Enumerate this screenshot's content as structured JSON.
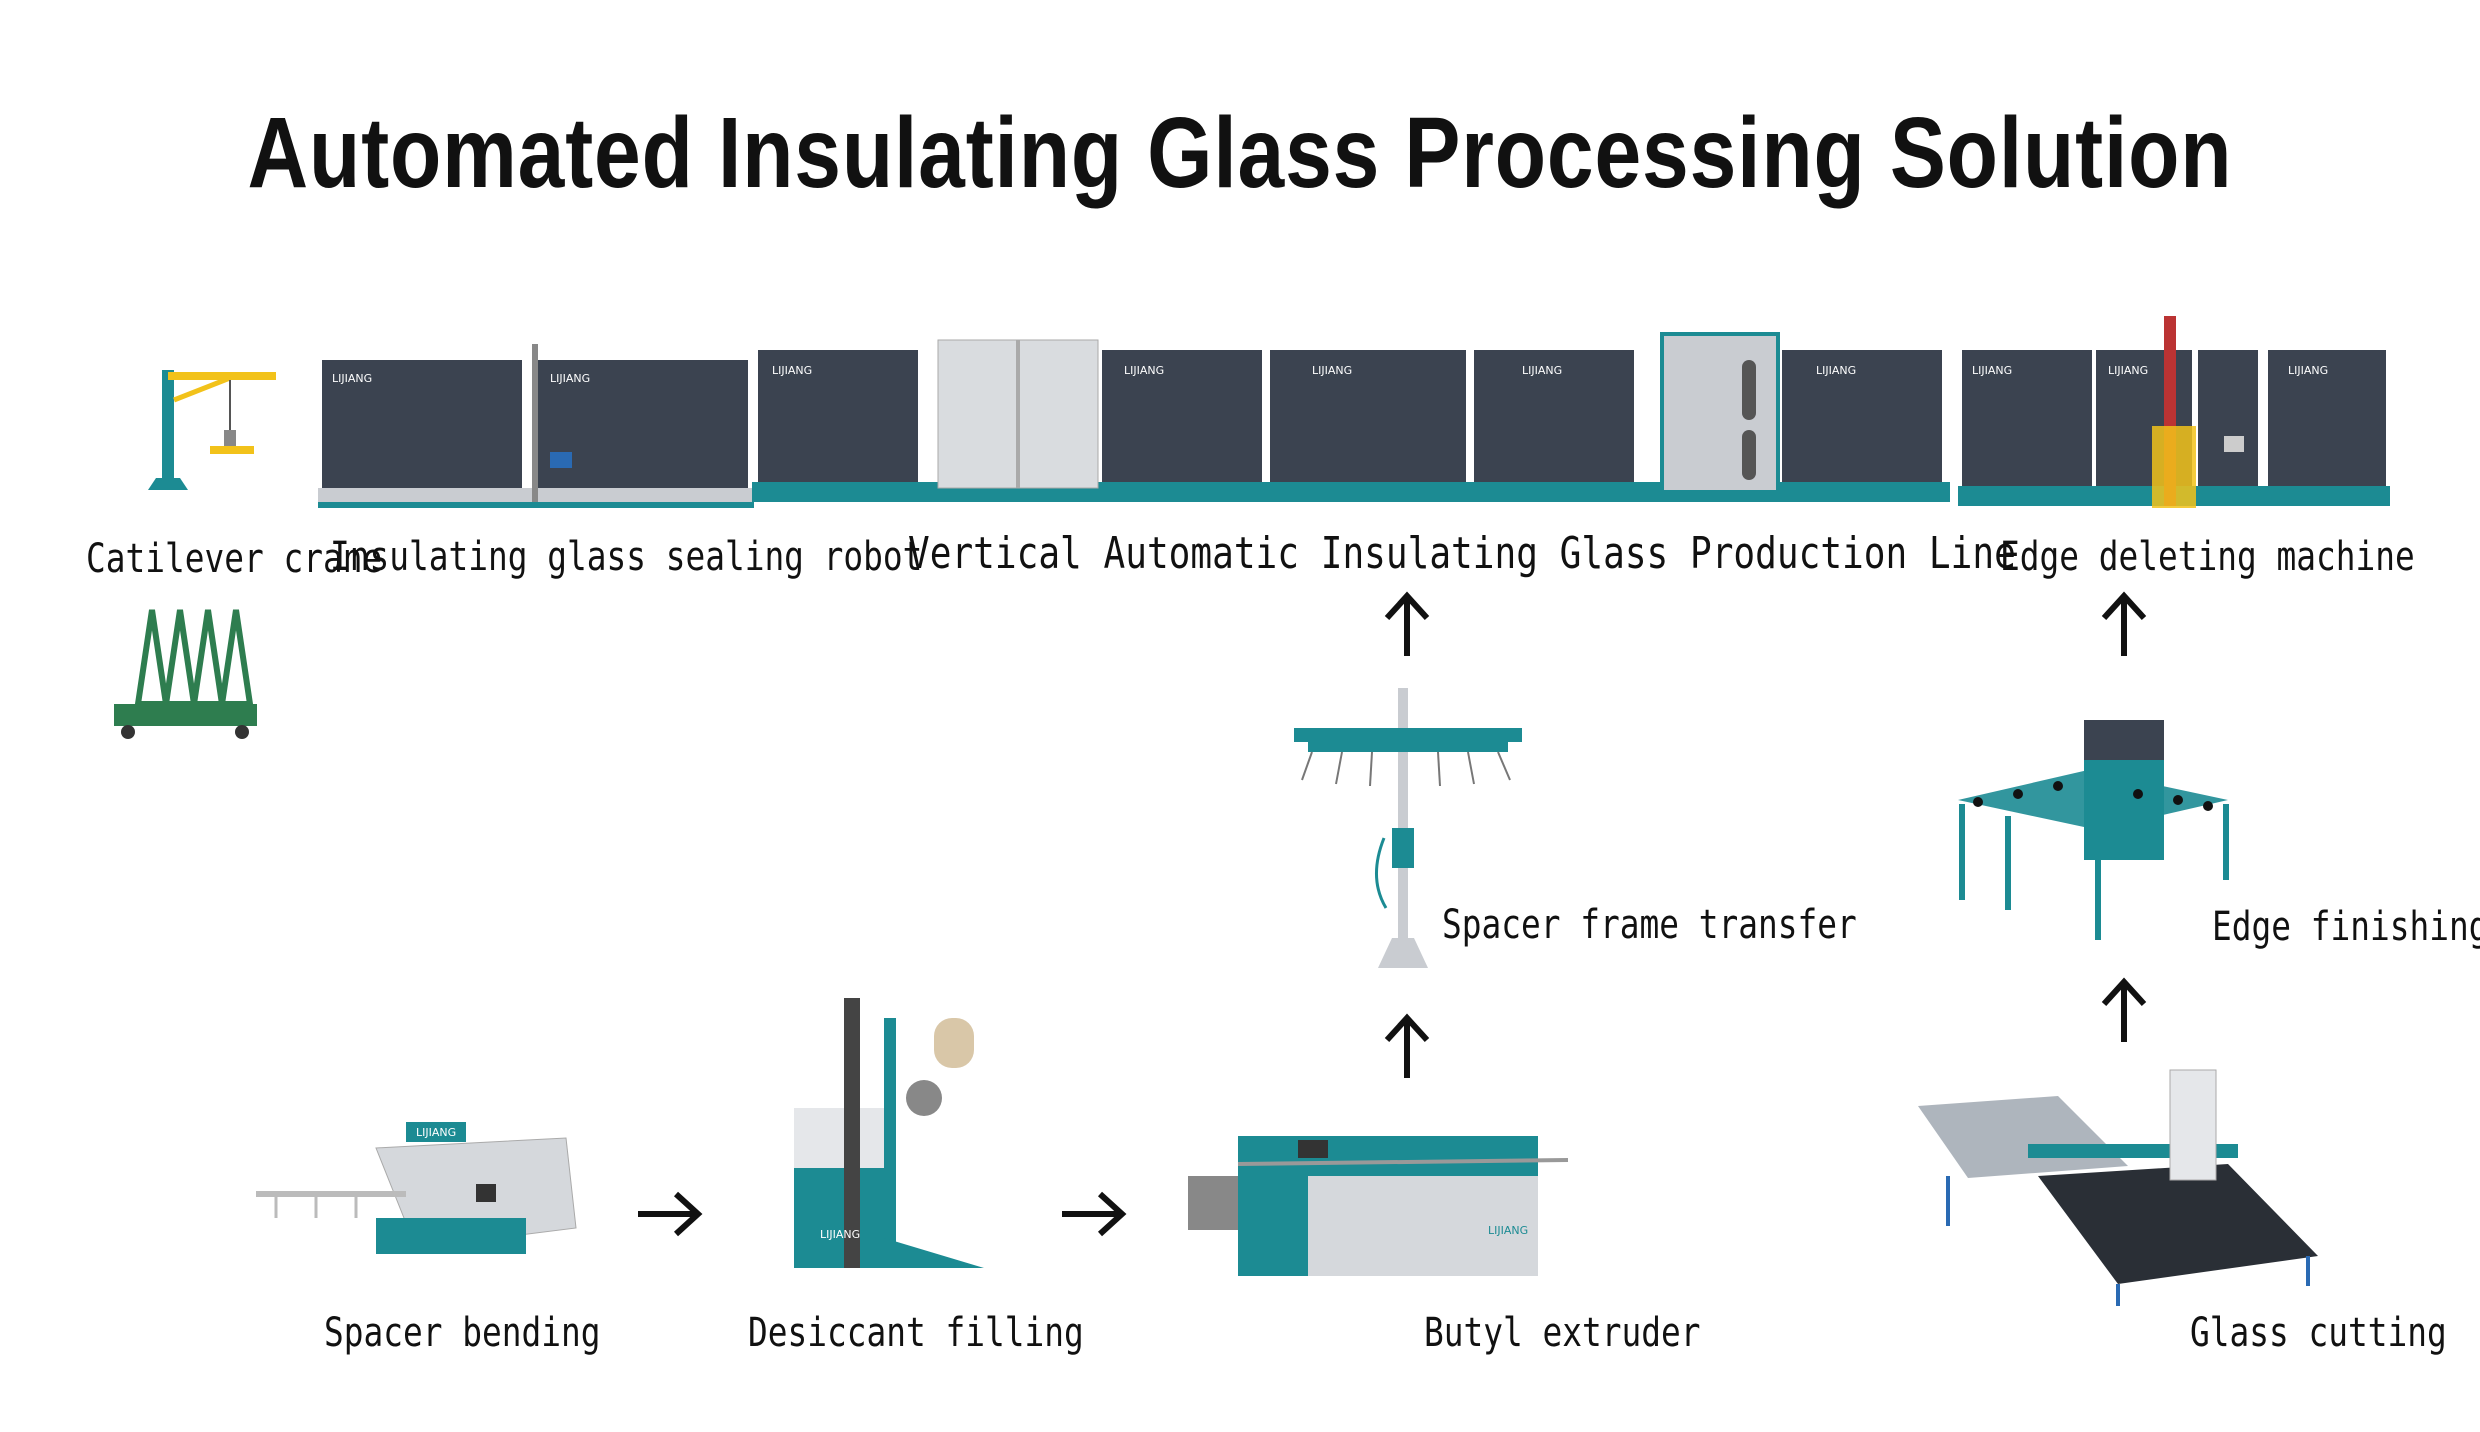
{
  "title": "Automated Insulating Glass Processing Solution",
  "brand": "LIJIANG",
  "labels": {
    "crane": "Catilever crane",
    "sealing_robot": "Insulating glass sealing robot",
    "production_line": "Vertical Automatic Insulating Glass Production Line",
    "edge_deleting": "Edge deleting machine",
    "spacer_transfer": "Spacer frame transfer",
    "edge_finishing": "Edge finishing",
    "spacer_bending": "Spacer bending",
    "desiccant": "Desiccant filling",
    "butyl": "Butyl extruder",
    "glass_cutting": "Glass cutting"
  },
  "colors": {
    "panel": "#3b4350",
    "teal": "#1c8b93",
    "frame": "#c9ccd1",
    "yellow": "#f2c21a",
    "green": "#2e7d4f",
    "blue": "#2a6ab3"
  },
  "icons": {
    "arrow_right": "arrow-right-icon",
    "arrow_up": "arrow-up-icon"
  }
}
